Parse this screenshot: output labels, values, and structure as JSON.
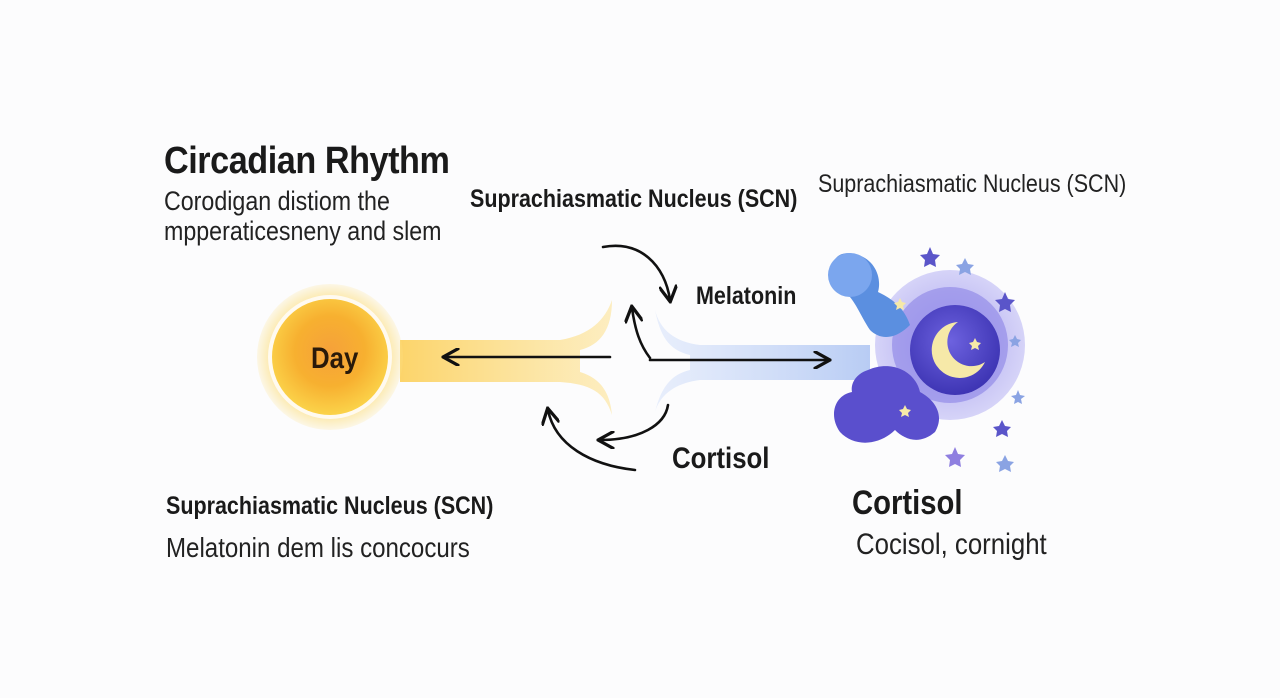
{
  "title": "Circadian Rhythm",
  "subtitle_lines": [
    "Corodigan distiom the",
    "mpperaticesneny and slem"
  ],
  "day_label": "Day",
  "scn_label_center": "Suprachiasmatic Nucleus (SCN)",
  "scn_label_right": "Suprachiasmatic Nucleus (SCN)",
  "melatonin_label": "Melatonin",
  "cortisol_label_center": "Cortisol",
  "bottom_left": {
    "heading": "Suprachiasmatic Nucleus (SCN)",
    "text": "Melatonin dem lis concocurs"
  },
  "bottom_right": {
    "heading": "Cortisol",
    "text": "Cocisol, cornight"
  },
  "colors": {
    "day_gradient_start": "#fbd34a",
    "day_gradient_end": "#f59a1f",
    "day_band": "#fde7a6",
    "night_band": "#c7d8f7",
    "night_core": "#5b4fd1",
    "moon": "#f6e9a8",
    "star": "#5a55c9",
    "arrow": "#111111"
  },
  "icons": [
    "sun-day-icon",
    "moon-night-icon",
    "star-icon"
  ]
}
